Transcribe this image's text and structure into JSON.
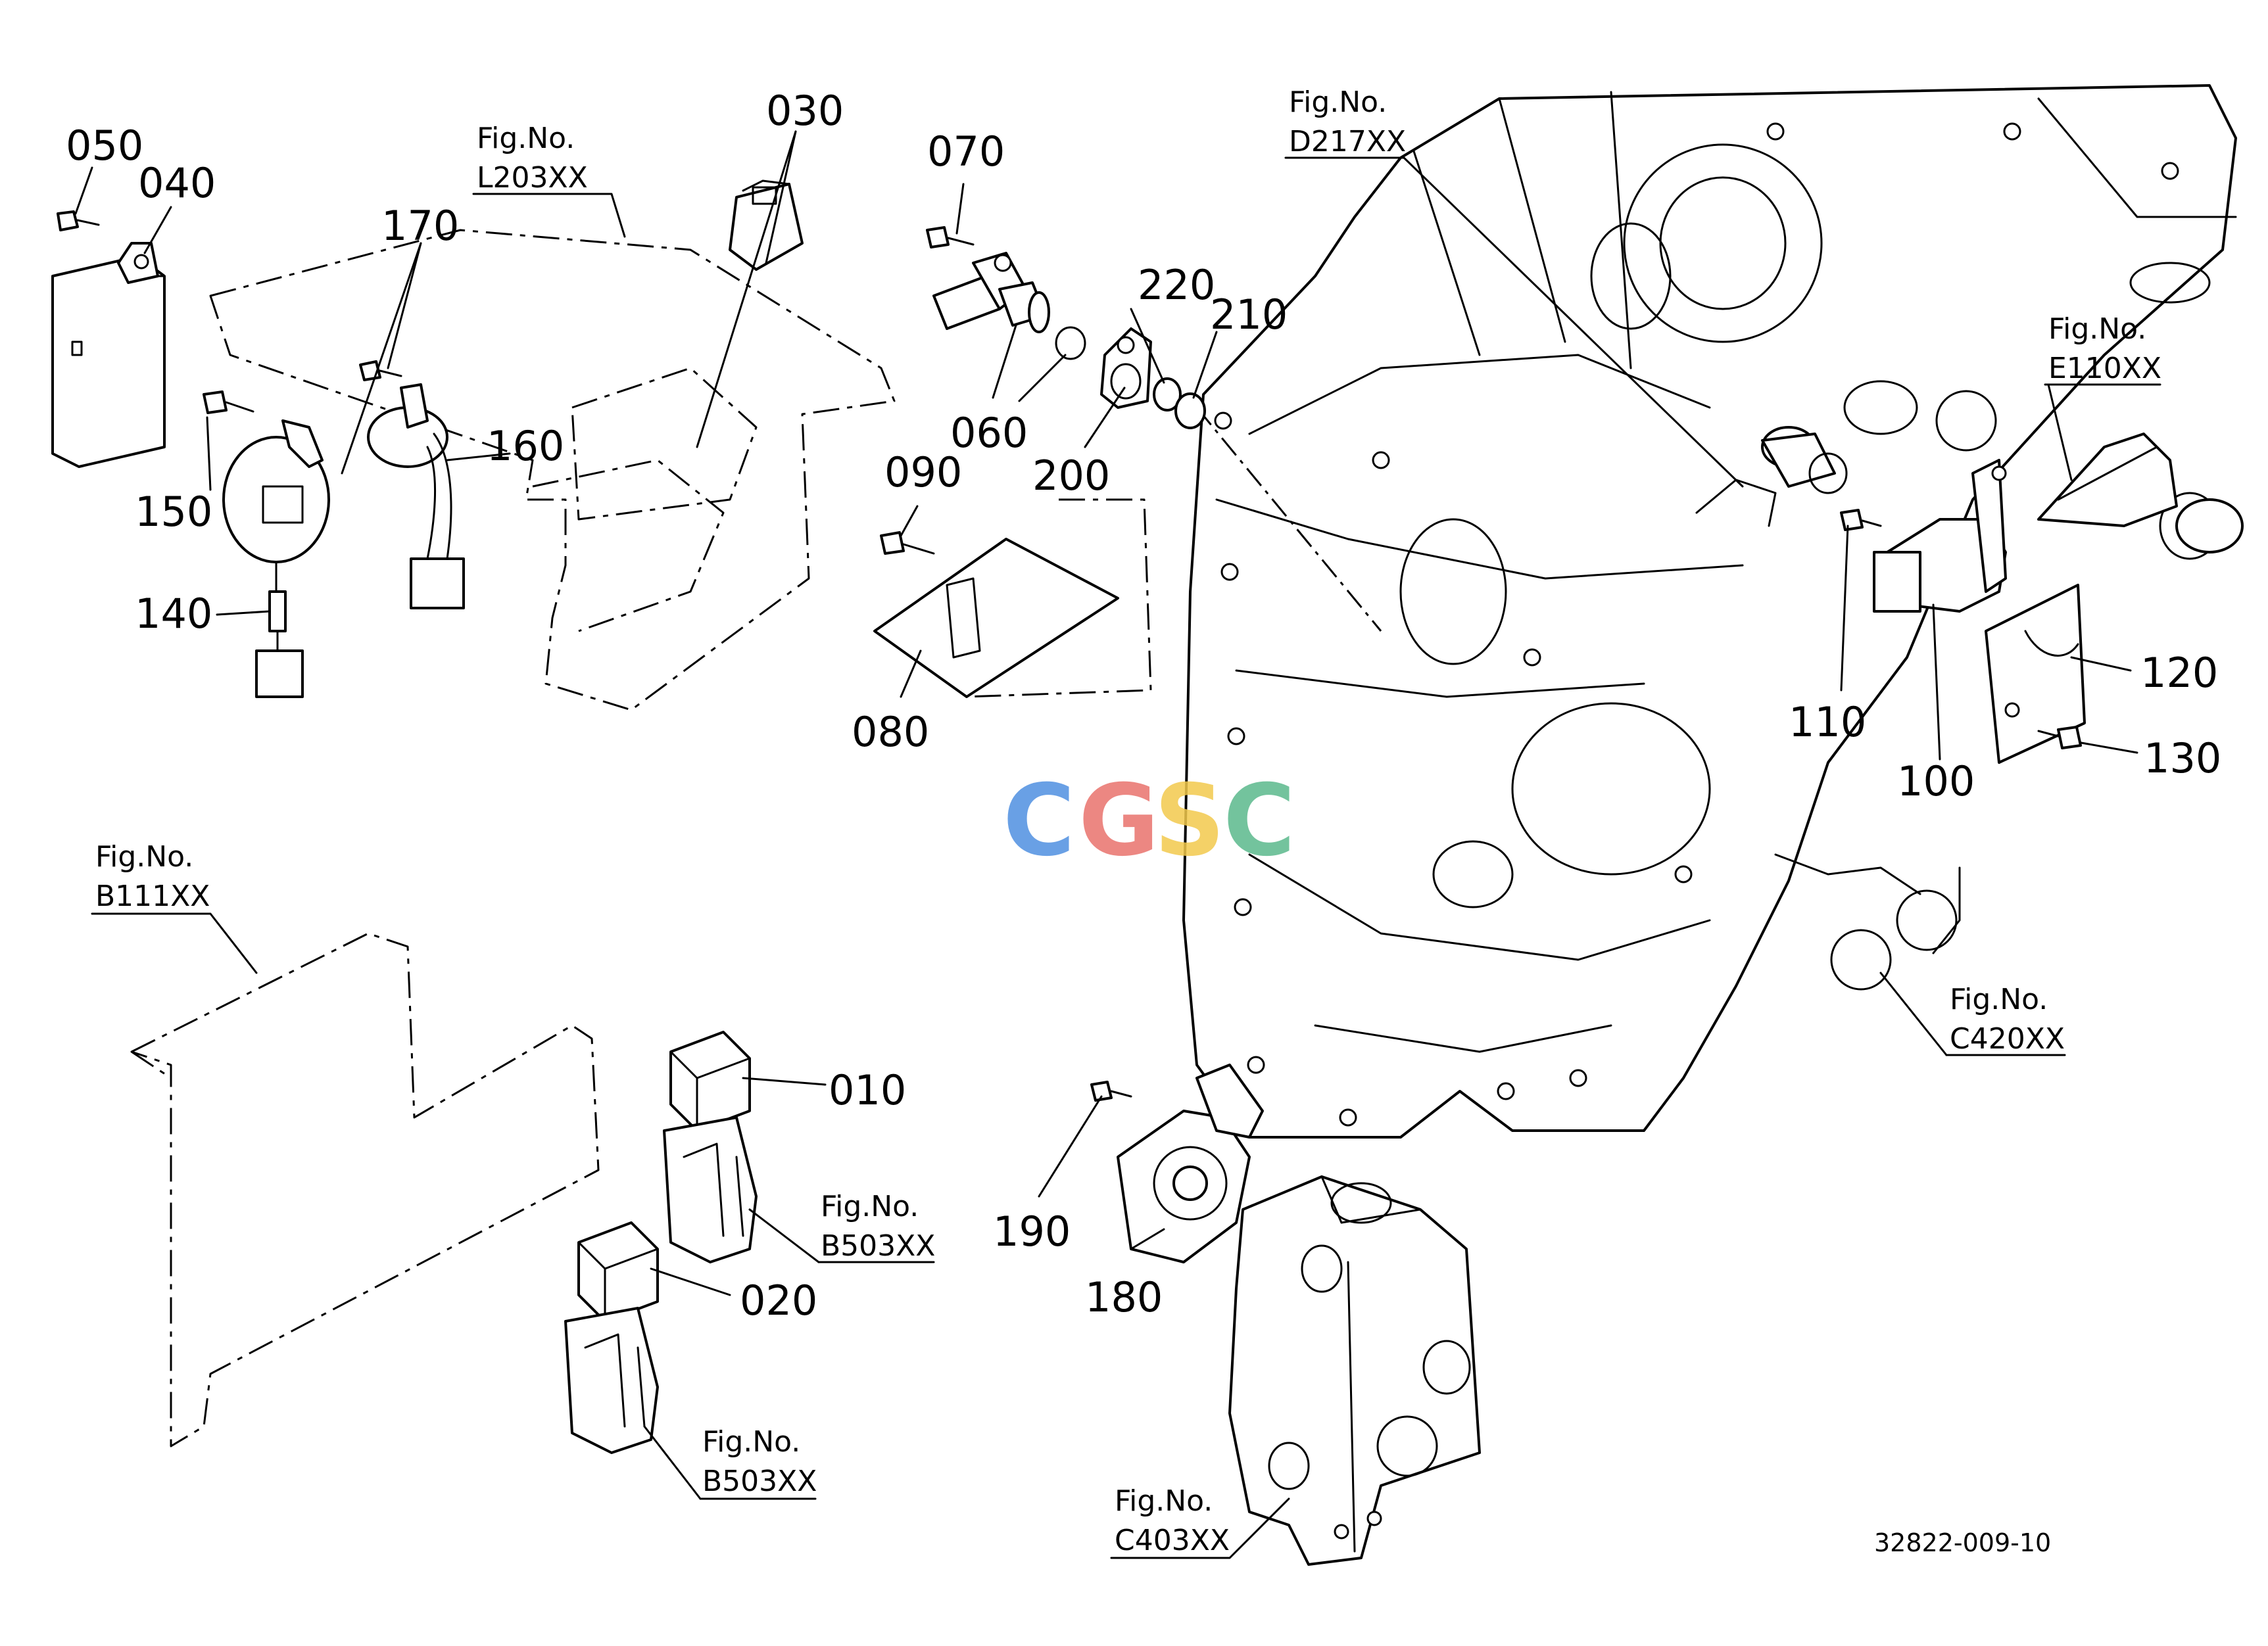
{
  "parts": [
    "010",
    "020",
    "030",
    "040",
    "050",
    "060",
    "070",
    "080",
    "090",
    "100",
    "110",
    "120",
    "130",
    "140",
    "150",
    "160",
    "170",
    "180",
    "190",
    "200",
    "210",
    "220"
  ],
  "figure_refs": {
    "l203": {
      "line1": "Fig.No.",
      "line2": "L203XX"
    },
    "d217": {
      "line1": "Fig.No.",
      "line2": "D217XX"
    },
    "e110": {
      "line1": "Fig.No.",
      "line2": "E110XX"
    },
    "b111": {
      "line1": "Fig.No.",
      "line2": "B111XX"
    },
    "c420": {
      "line1": "Fig.No.",
      "line2": "C420XX"
    },
    "b503a": {
      "line1": "Fig.No.",
      "line2": "B503XX"
    },
    "b503b": {
      "line1": "Fig.No.",
      "line2": "B503XX"
    },
    "c403": {
      "line1": "Fig.No.",
      "line2": "C403XX"
    }
  },
  "drawing_code": "32822-009-10",
  "watermark": {
    "letters": [
      "C",
      "G",
      "S",
      "C"
    ],
    "colors": [
      "#4f8fe0",
      "#e9726c",
      "#f2c94c",
      "#5bb98c"
    ]
  }
}
